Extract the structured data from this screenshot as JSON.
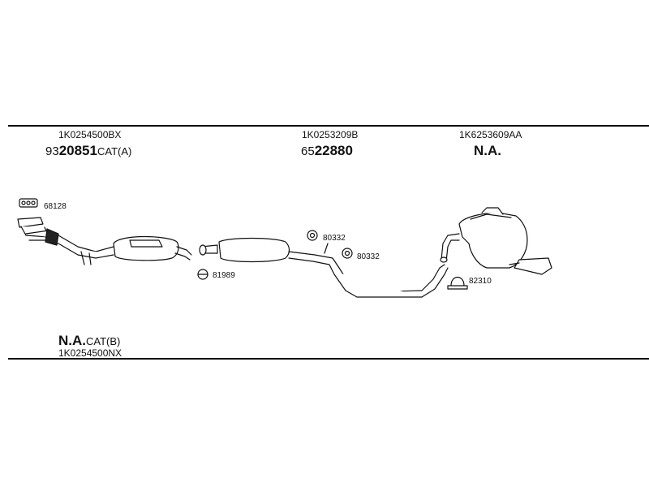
{
  "top_row": {
    "col1": {
      "oem": "1K0254500BX",
      "prefix": "93",
      "number": "20851",
      "suffix": "CAT(A)"
    },
    "col2": {
      "oem": "1K0253209B",
      "prefix": "65",
      "number": "22880"
    },
    "col3": {
      "oem": "1K6253609AA",
      "na": "N.A."
    }
  },
  "bottom": {
    "na": "N.A.",
    "suffix": "CAT(B)",
    "oem": "1K0254500NX"
  },
  "callouts": {
    "gasket": "68128",
    "clamp_front": "81989",
    "hanger_1": "80332",
    "hanger_2": "80332",
    "clamp_rear": "82310"
  },
  "colors": {
    "line": "#111111",
    "part_fill": "#ffffff"
  }
}
